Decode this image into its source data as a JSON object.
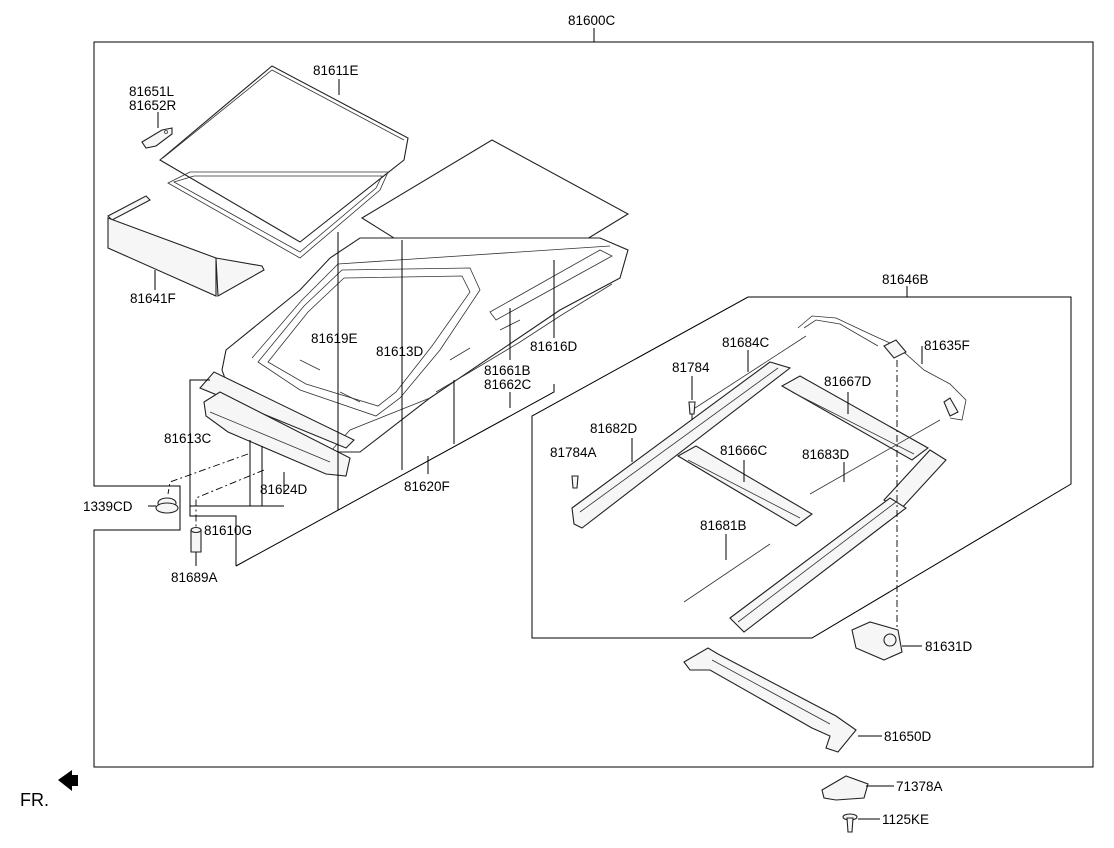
{
  "labels": {
    "assembly": "81600C",
    "glass_rear": "81611E",
    "bracket_l": "81651L",
    "bracket_r": "81652R",
    "sunshade": "81641F",
    "weather_strip": "81619E",
    "deflector_strip": "81613D",
    "glass_front": "81616D",
    "seal_a": "81661B",
    "seal_b": "81662C",
    "seal_front": "81613C",
    "frame_assembly": "81620F",
    "drain_front": "81624D",
    "sub_assembly": "81610G",
    "nut": "1339CD",
    "drain_hose": "81689A",
    "mechanism": "81646B",
    "cable": "81684C",
    "cable_assy": "81635F",
    "screw_a": "81784",
    "guide_rear": "81667D",
    "rail_left": "81682D",
    "screw_b": "81784A",
    "guide_front": "81666C",
    "rail_right": "81683D",
    "rail_lower": "81681B",
    "motor": "81631D",
    "bracket_front": "81650D",
    "clip": "71378A",
    "bolt": "1125KE",
    "front_indicator": "FR."
  }
}
